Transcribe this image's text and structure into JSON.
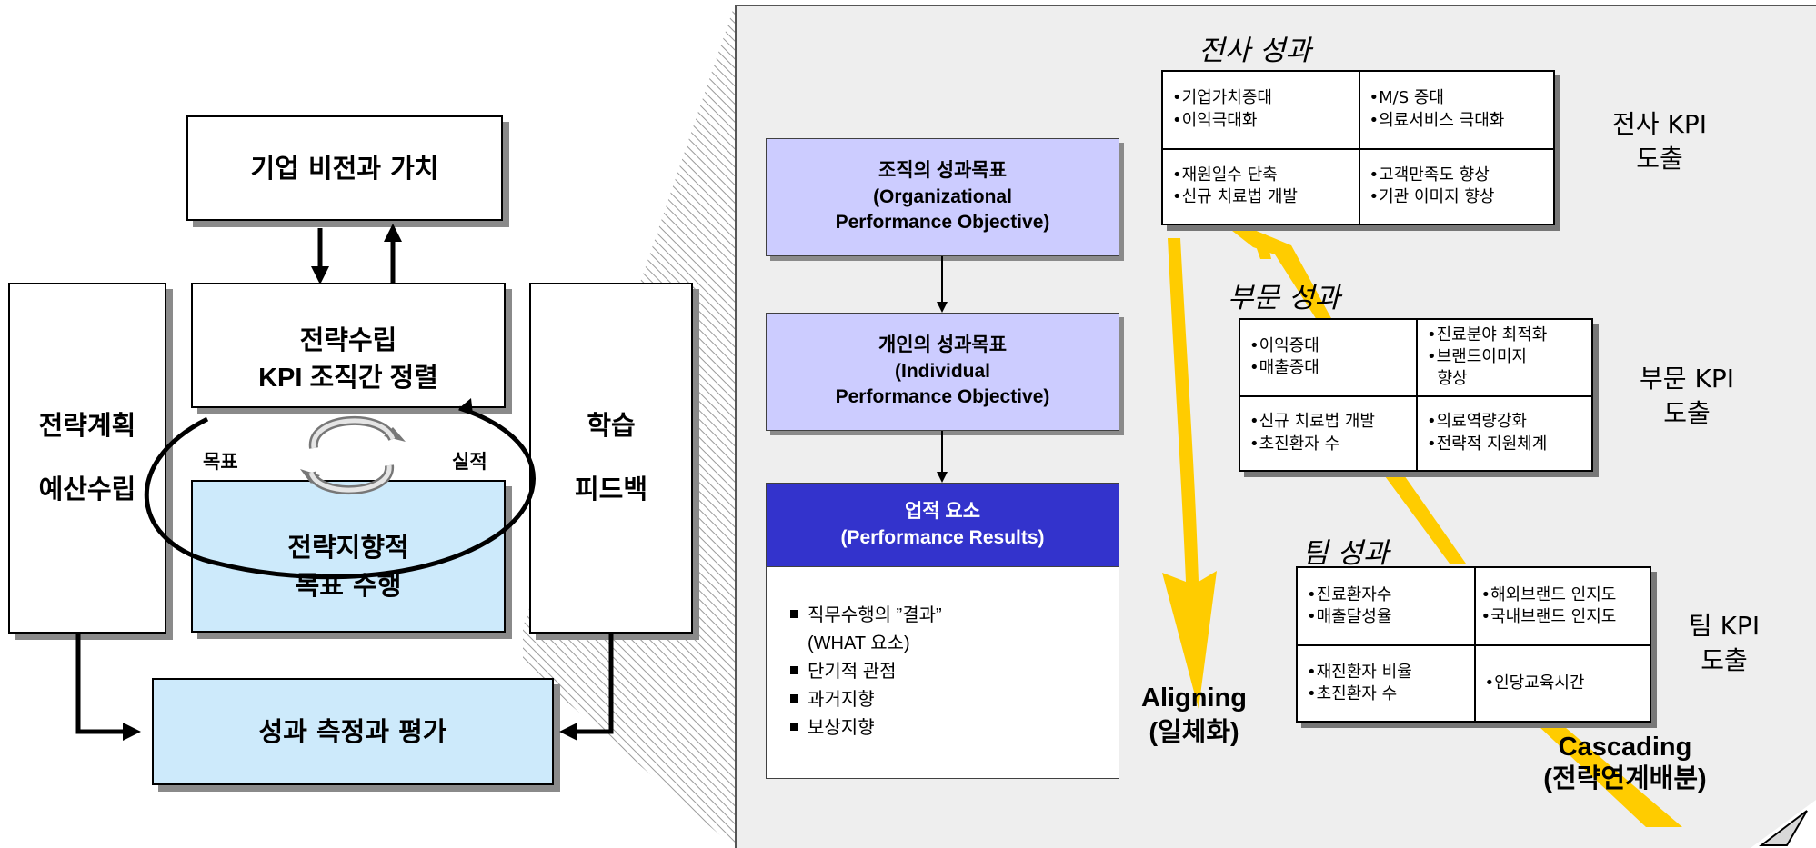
{
  "left": {
    "vision": "기업 비전과 가치",
    "strategy_line1": "전략수립",
    "strategy_line2": "KPI 조직간 정렬",
    "plan_line1": "전략계획",
    "plan_line2": "예산수립",
    "learn_line1": "학습",
    "learn_line2": "피드백",
    "goal_label": "목표",
    "result_label": "실적",
    "execute_line1": "전략지향적",
    "execute_line2": "목표 수행",
    "measure": "성과 측정과 평가"
  },
  "middle": {
    "org": [
      "조직의 성과목표",
      "(Organizational",
      "Performance Objective)"
    ],
    "indiv": [
      "개인의 성과목표",
      "(Individual",
      "Performance Objective)"
    ],
    "results_title1": "업적 요소",
    "results_title2": "(Performance Results)",
    "bullets": [
      "직무수행의 ”결과”",
      "(WHAT 요소)",
      "단기적 관점",
      "과거지향",
      "보상지향"
    ]
  },
  "company": {
    "title": "전사 성과",
    "cells": [
      [
        "•기업가치증대",
        "•이익극대화"
      ],
      [
        "•M/S 증대",
        "•의료서비스 극대화"
      ],
      [
        "•재원일수 단축",
        "•신규 치료법 개발"
      ],
      [
        "•고객만족도 향상",
        "•기관 이미지 향상"
      ]
    ],
    "kpi1": "전사 KPI",
    "kpi2": "도출"
  },
  "division": {
    "title": "부문 성과",
    "cells": [
      [
        "•이익증대",
        "•매출증대"
      ],
      [
        "•진료분야 최적화",
        "•브랜드이미지",
        "  향상"
      ],
      [
        "•신규 치료법 개발",
        "•초진환자 수"
      ],
      [
        "•의료역량강화",
        "•전략적 지원체계"
      ]
    ],
    "kpi1": "부문 KPI",
    "kpi2": "도출"
  },
  "team": {
    "title": "팀 성과",
    "cells": [
      [
        "•진료환자수",
        "•매출달성율"
      ],
      [
        "•해외브랜드 인지도",
        "•국내브랜드 인지도"
      ],
      [
        "•재진환자 비율",
        "•초진환자 수"
      ],
      [
        "•인당교육시간"
      ]
    ],
    "kpi1": "팀 KPI",
    "kpi2": "도출"
  },
  "aligning1": "Aligning",
  "aligning2": "(일체화)",
  "cascading1": "Cascading",
  "cascading2": "(전략연계배분)",
  "colors": {
    "arrow_yellow": "#ffcc00",
    "violet": "#ccccff",
    "blue": "#3333cc",
    "lightblue": "#cdeafb"
  }
}
